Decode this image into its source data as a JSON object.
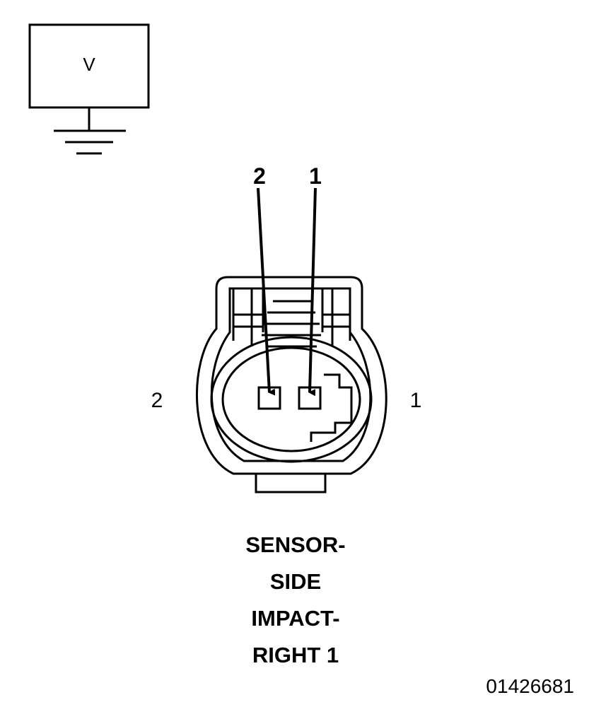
{
  "meter": {
    "symbol": "V"
  },
  "probe_labels": {
    "left": "2",
    "right": "1"
  },
  "pin_labels": {
    "left": "2",
    "right": "1"
  },
  "caption": {
    "line1": "SENSOR-",
    "line2": "SIDE",
    "line3": "IMPACT-",
    "line4": "RIGHT 1"
  },
  "figure_id": "01426681"
}
